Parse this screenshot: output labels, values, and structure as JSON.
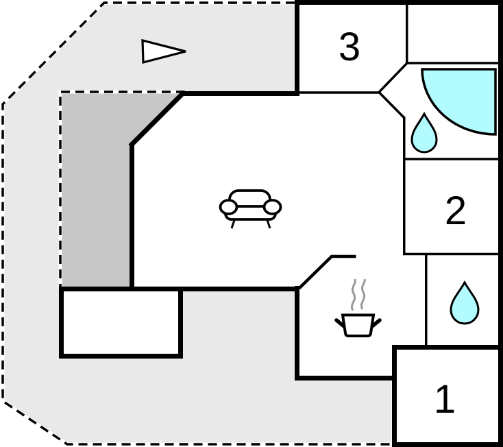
{
  "plan": {
    "type": "holiday-home-floor-plan",
    "rooms": [
      {
        "id": "bedroom-3",
        "label": "3"
      },
      {
        "id": "bedroom-2",
        "label": "2"
      },
      {
        "id": "bedroom-1",
        "label": "1"
      }
    ],
    "icons": {
      "north_arrow": "direction-arrow-icon",
      "sofa": "sofa-icon",
      "shower": "shower-icon",
      "bathroom_drop": "water-drop-icon",
      "wc_drop": "water-drop-icon",
      "pot": "cooking-pot-icon"
    },
    "colors": {
      "wall": "#000000",
      "room_fill": "#ffffff",
      "terrace_light": "#e9e9e9",
      "terrace_dark": "#c7c7c7",
      "water": "#b2fcff",
      "steam": "#999999"
    }
  }
}
